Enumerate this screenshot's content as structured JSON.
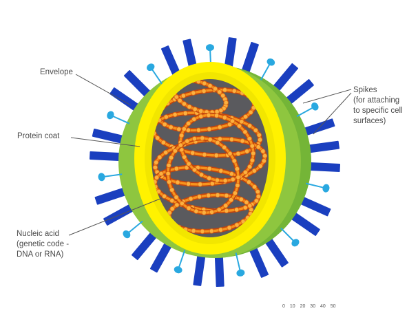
{
  "labels": {
    "envelope": "Envelope",
    "protein_coat": "Protein coat",
    "nucleic_acid": [
      "Nucleic acid",
      "(genetic code -",
      "DNA or RNA)"
    ],
    "spikes": [
      "Spikes",
      "(for attaching",
      "to specific cell",
      "surfaces)"
    ]
  },
  "scale_text": "0  10  20  30  40  50",
  "colors": {
    "envelope": "#8ec63f",
    "envelope_shade": "#5fa832",
    "protein_coat": "#fff200",
    "core": "#5a5a5e",
    "nucleic_acid": "#f7941d",
    "spike_dark": "#1a3fbf",
    "spike_light": "#29a8e0"
  }
}
